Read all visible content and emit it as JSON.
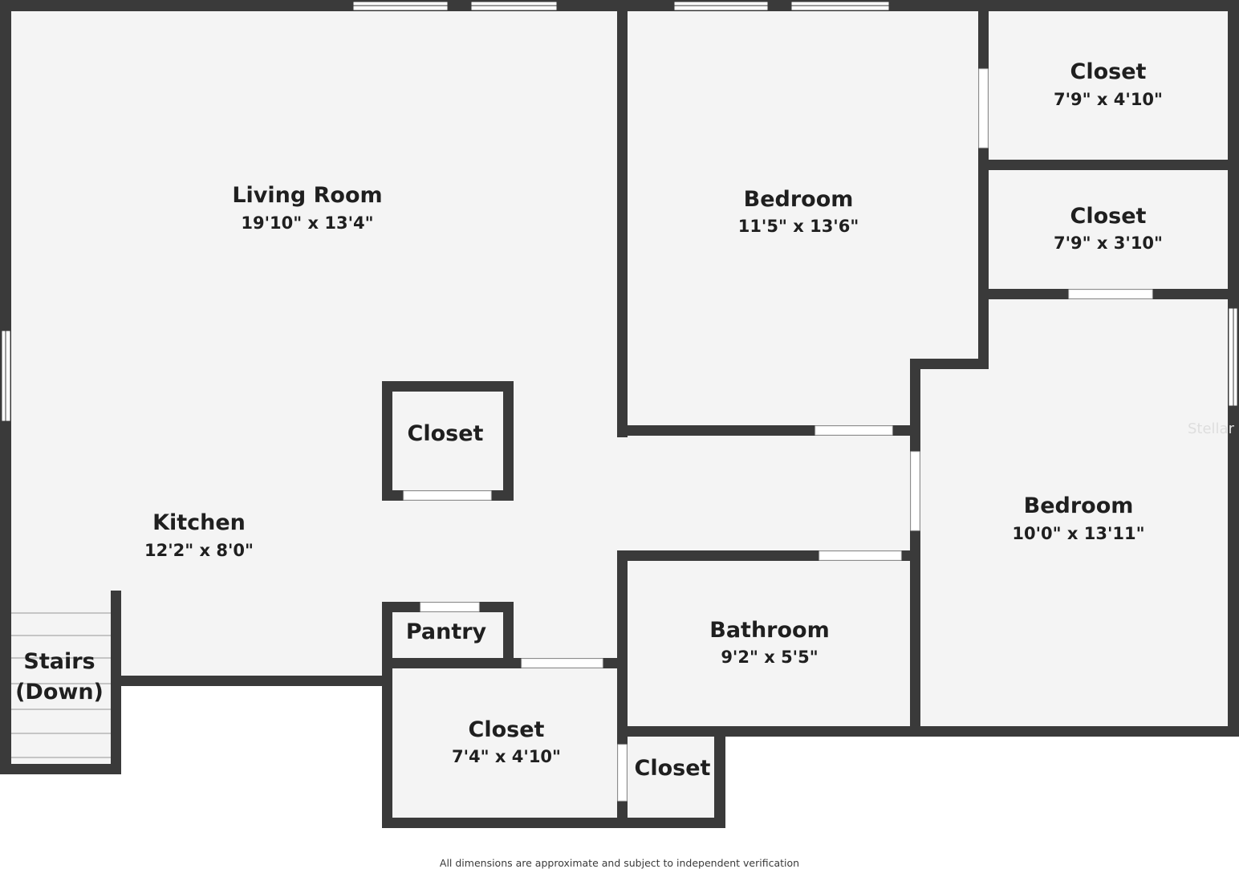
{
  "rooms": {
    "living_room": {
      "name": "Living Room",
      "dims": "19'10\" x 13'4\""
    },
    "kitchen": {
      "name": "Kitchen",
      "dims": "12'2\" x 8'0\""
    },
    "center_closet": {
      "name": "Closet"
    },
    "bedroom_1": {
      "name": "Bedroom",
      "dims": "11'5\" x 13'6\""
    },
    "closet_top_right": {
      "name": "Closet",
      "dims": "7'9\" x 4'10\""
    },
    "closet_mid_right": {
      "name": "Closet",
      "dims": "7'9\" x 3'10\""
    },
    "bedroom_2": {
      "name": "Bedroom",
      "dims": "10'0\" x 13'11\""
    },
    "bathroom": {
      "name": "Bathroom",
      "dims": "9'2\" x 5'5\""
    },
    "pantry": {
      "name": "Pantry"
    },
    "closet_bottom": {
      "name": "Closet",
      "dims": "7'4\" x 4'10\""
    },
    "closet_small": {
      "name": "Closet"
    },
    "stairs": {
      "line1": "Stairs",
      "line2": "(Down)"
    }
  },
  "watermark": "Stellar M",
  "disclaimer": "All dimensions are approximate and subject to independent verification",
  "colors": {
    "wall": "#3a3a3a",
    "floor": "#f4f4f4",
    "opening": "#ffffff",
    "background": "#ffffff"
  }
}
